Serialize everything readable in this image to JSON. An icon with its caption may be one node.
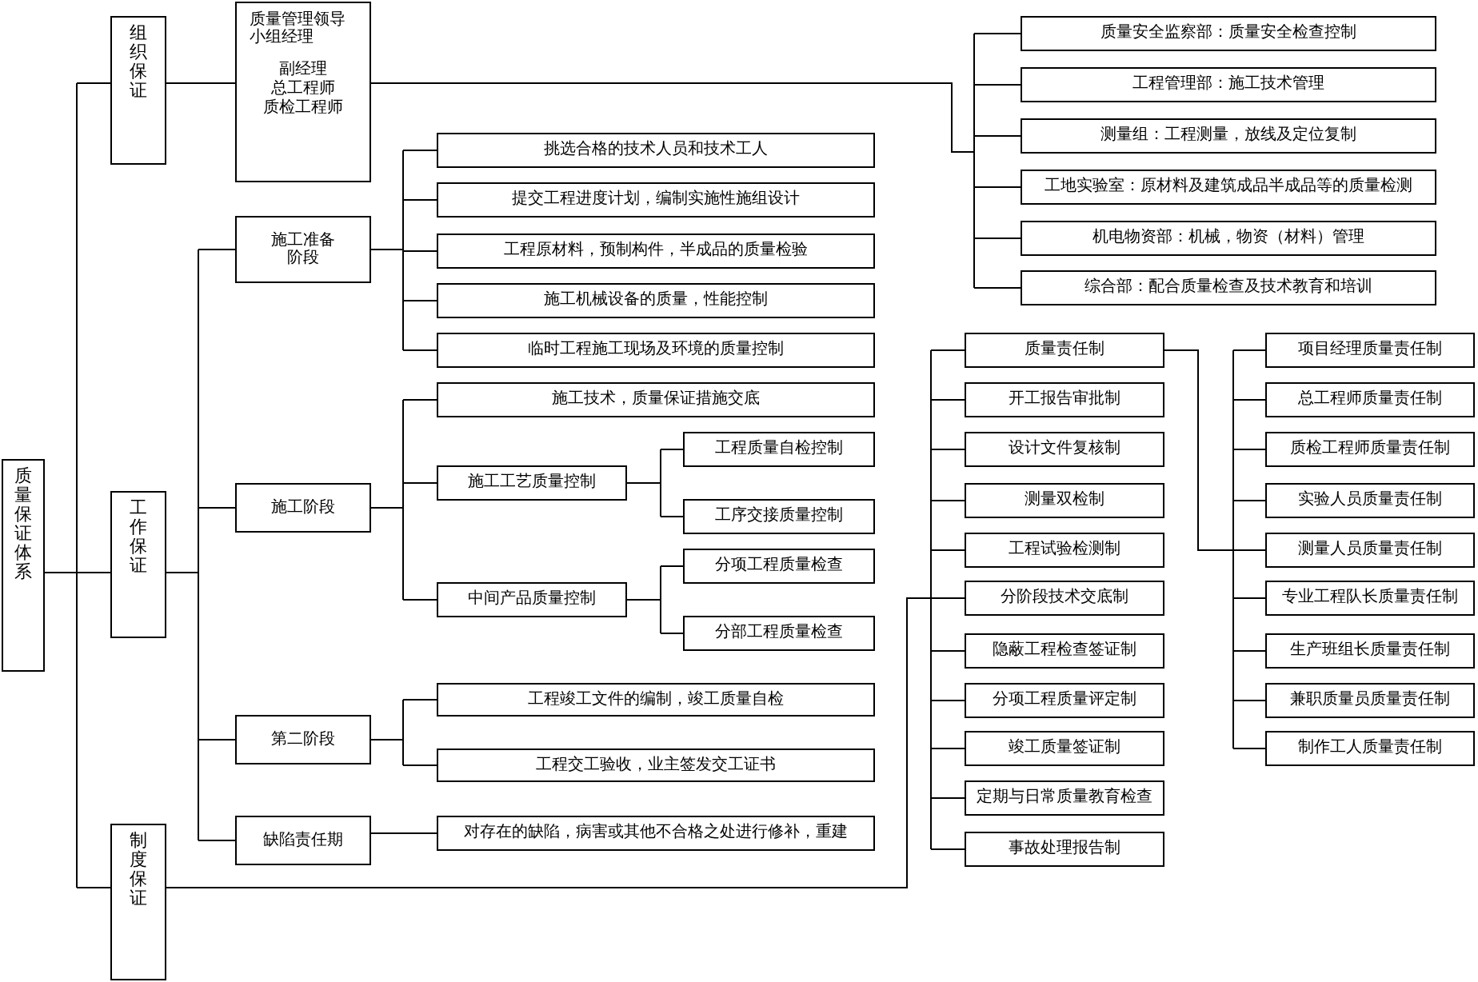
{
  "diagram": {
    "nodes": [
      {
        "text": [
          "质量保证体系"
        ]
      },
      {
        "text": [
          "组织保证"
        ]
      },
      {
        "text": [
          "质量管理领导小组经理",
          "副经理",
          "总工程师",
          "质检工程师"
        ]
      },
      {
        "text": [
          "质量安全监察部：质量安全检查控制"
        ]
      },
      {
        "text": [
          "工程管理部：施工技术管理"
        ]
      },
      {
        "text": [
          "测量组：工程测量，放线及定位复制"
        ]
      },
      {
        "text": [
          "工地实验室：原材料及建筑成品半成品等的质量检测"
        ]
      },
      {
        "text": [
          "机电物资部：机械，物资（材料）管理"
        ]
      },
      {
        "text": [
          "综合部：配合质量检查及技术教育和培训"
        ]
      },
      {
        "text": [
          "工作保证"
        ]
      },
      {
        "text": [
          "施工准备阶段"
        ]
      },
      {
        "text": [
          "挑选合格的技术人员和技术工人"
        ]
      },
      {
        "text": [
          "提交工程进度计划，编制实施性施组设计"
        ]
      },
      {
        "text": [
          "工程原材料，预制构件，半成品的质量检验"
        ]
      },
      {
        "text": [
          "施工机械设备的质量，性能控制"
        ]
      },
      {
        "text": [
          "临时工程施工现场及环境的质量控制"
        ]
      },
      {
        "text": [
          "施工阶段"
        ]
      },
      {
        "text": [
          "施工技术，质量保证措施交底"
        ]
      },
      {
        "text": [
          "施工工艺质量控制"
        ]
      },
      {
        "text": [
          "工程质量自检控制"
        ]
      },
      {
        "text": [
          "工序交接质量控制"
        ]
      },
      {
        "text": [
          "中间产品质量控制"
        ]
      },
      {
        "text": [
          "分项工程质量检查"
        ]
      },
      {
        "text": [
          "分部工程质量检查"
        ]
      },
      {
        "text": [
          "第二阶段"
        ]
      },
      {
        "text": [
          "工程竣工文件的编制，竣工质量自检"
        ]
      },
      {
        "text": [
          "工程交工验收，业主签发交工证书"
        ]
      },
      {
        "text": [
          "缺陷责任期"
        ]
      },
      {
        "text": [
          "对存在的缺陷，病害或其他不合格之处进行修补，重建"
        ]
      },
      {
        "text": [
          "制度保证"
        ]
      },
      {
        "text": [
          "质量责任制"
        ]
      },
      {
        "text": [
          "开工报告审批制"
        ]
      },
      {
        "text": [
          "设计文件复核制"
        ]
      },
      {
        "text": [
          "测量双检制"
        ]
      },
      {
        "text": [
          "工程试验检测制"
        ]
      },
      {
        "text": [
          "分阶段技术交底制"
        ]
      },
      {
        "text": [
          "隐蔽工程检查签证制"
        ]
      },
      {
        "text": [
          "分项工程质量评定制"
        ]
      },
      {
        "text": [
          "竣工质量签证制"
        ]
      },
      {
        "text": [
          "定期与日常质量教育检查"
        ]
      },
      {
        "text": [
          "事故处理报告制"
        ]
      },
      {
        "text": [
          "项目经理质量责任制"
        ]
      },
      {
        "text": [
          "总工程师质量责任制"
        ]
      },
      {
        "text": [
          "质检工程师质量责任制"
        ]
      },
      {
        "text": [
          "实验人员质量责任制"
        ]
      },
      {
        "text": [
          "测量人员质量责任制"
        ]
      },
      {
        "text": [
          "专业工程队长质量责任制"
        ]
      },
      {
        "text": [
          "生产班组长质量责任制"
        ]
      },
      {
        "text": [
          "兼职质量员质量责任制"
        ]
      },
      {
        "text": [
          "制作工人质量责任制"
        ]
      }
    ],
    "edges": [
      {
        "from": 0,
        "to": 1,
        "arrow": "none"
      },
      {
        "from": 0,
        "to": 9,
        "arrow": "none"
      },
      {
        "from": 0,
        "to": 29,
        "arrow": "none"
      },
      {
        "from": 1,
        "to": 2,
        "arrow": "none"
      },
      {
        "from": 2,
        "to": 3,
        "arrow": "none"
      },
      {
        "from": 2,
        "to": 4,
        "arrow": "none"
      },
      {
        "from": 2,
        "to": 5,
        "arrow": "none"
      },
      {
        "from": 2,
        "to": 6,
        "arrow": "none"
      },
      {
        "from": 2,
        "to": 7,
        "arrow": "none"
      },
      {
        "from": 2,
        "to": 8,
        "arrow": "none"
      },
      {
        "from": 9,
        "to": 10,
        "arrow": "none"
      },
      {
        "from": 9,
        "to": 16,
        "arrow": "none"
      },
      {
        "from": 9,
        "to": 24,
        "arrow": "none"
      },
      {
        "from": 9,
        "to": 27,
        "arrow": "none"
      },
      {
        "from": 10,
        "to": 11,
        "arrow": "none"
      },
      {
        "from": 10,
        "to": 12,
        "arrow": "none"
      },
      {
        "from": 10,
        "to": 13,
        "arrow": "none"
      },
      {
        "from": 10,
        "to": 14,
        "arrow": "none"
      },
      {
        "from": 10,
        "to": 15,
        "arrow": "none"
      },
      {
        "from": 16,
        "to": 17,
        "arrow": "none"
      },
      {
        "from": 16,
        "to": 18,
        "arrow": "none"
      },
      {
        "from": 16,
        "to": 21,
        "arrow": "none"
      },
      {
        "from": 18,
        "to": 19,
        "arrow": "none"
      },
      {
        "from": 18,
        "to": 20,
        "arrow": "none"
      },
      {
        "from": 21,
        "to": 22,
        "arrow": "none"
      },
      {
        "from": 21,
        "to": 23,
        "arrow": "none"
      },
      {
        "from": 24,
        "to": 25,
        "arrow": "none"
      },
      {
        "from": 24,
        "to": 26,
        "arrow": "none"
      },
      {
        "from": 27,
        "to": 28,
        "arrow": "none"
      },
      {
        "from": 29,
        "to": 30,
        "arrow": "none"
      },
      {
        "from": 29,
        "to": 31,
        "arrow": "none"
      },
      {
        "from": 29,
        "to": 32,
        "arrow": "none"
      },
      {
        "from": 29,
        "to": 33,
        "arrow": "none"
      },
      {
        "from": 29,
        "to": 34,
        "arrow": "none"
      },
      {
        "from": 29,
        "to": 35,
        "arrow": "none"
      },
      {
        "from": 29,
        "to": 36,
        "arrow": "none"
      },
      {
        "from": 29,
        "to": 37,
        "arrow": "none"
      },
      {
        "from": 29,
        "to": 38,
        "arrow": "none"
      },
      {
        "from": 29,
        "to": 39,
        "arrow": "none"
      },
      {
        "from": 29,
        "to": 40,
        "arrow": "none"
      },
      {
        "from": 30,
        "to": 41,
        "arrow": "none"
      },
      {
        "from": 30,
        "to": 42,
        "arrow": "none"
      },
      {
        "from": 30,
        "to": 43,
        "arrow": "none"
      },
      {
        "from": 30,
        "to": 44,
        "arrow": "none"
      },
      {
        "from": 30,
        "to": 45,
        "arrow": "none"
      },
      {
        "from": 30,
        "to": 46,
        "arrow": "none"
      },
      {
        "from": 30,
        "to": 47,
        "arrow": "none"
      },
      {
        "from": 30,
        "to": 48,
        "arrow": "none"
      },
      {
        "from": 30,
        "to": 49,
        "arrow": "none"
      }
    ]
  }
}
